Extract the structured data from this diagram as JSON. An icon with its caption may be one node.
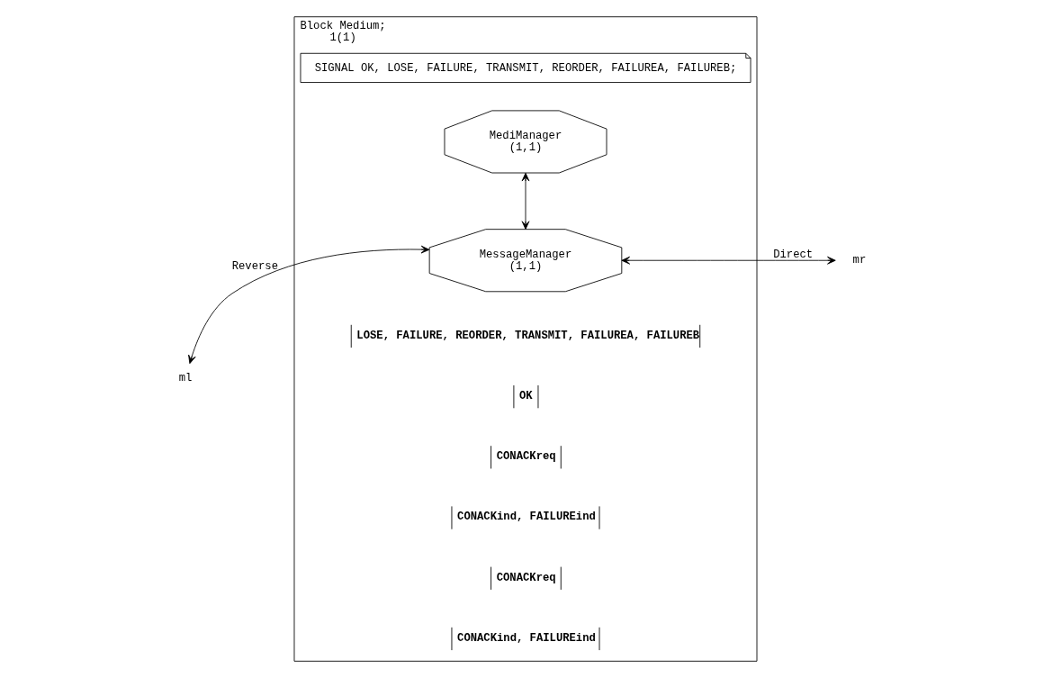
{
  "diagram": {
    "nodes": [
      {
        "text": [
          "Block Medium;",
          "1(1)"
        ]
      },
      {
        "text": [
          "SIGNAL OK, LOSE, FAILURE, TRANSMIT, REORDER, FAILUREA, FAILUREB;"
        ],
        "in": 0
      },
      {
        "text": [
          "MediManager",
          "(1,1)"
        ],
        "in": 0
      },
      {
        "text": [
          "MessageManager",
          "(1,1)"
        ],
        "in": 0
      },
      {
        "text": [
          "ml"
        ]
      },
      {
        "text": [
          "mr"
        ]
      }
    ],
    "edges": [
      {
        "from": 2,
        "to": 3,
        "arrow": "both"
      },
      {
        "from": 4,
        "to": 3,
        "arrow": "both",
        "label": "Reverse"
      },
      {
        "from": 3,
        "to": 5,
        "arrow": "both",
        "label": "Direct"
      }
    ],
    "labels": [
      "LOSE, FAILURE, REORDER, TRANSMIT, FAILUREA, FAILUREB",
      "OK",
      "CONACKreq",
      "CONACKind, FAILUREind",
      "CONACKreq",
      "CONACKind, FAILUREind"
    ]
  }
}
